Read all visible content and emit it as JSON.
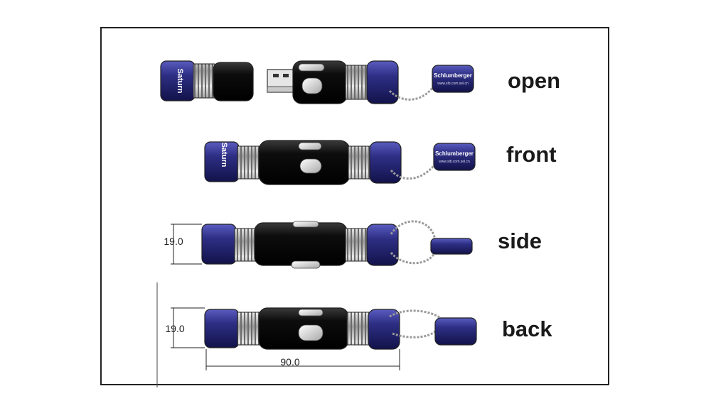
{
  "views": [
    {
      "id": "open",
      "label": "open"
    },
    {
      "id": "front",
      "label": "front"
    },
    {
      "id": "side",
      "label": "side"
    },
    {
      "id": "back",
      "label": "back"
    }
  ],
  "branding": {
    "cap_text": "Saturn",
    "tag_text": "Schlumberger",
    "tag_subtext": "www.slb.com.sel.cn"
  },
  "dimensions": {
    "height_side": "19.0",
    "height_back": "19.0",
    "length_back": "90.0"
  },
  "colors": {
    "cap_blue": "#2e2f85",
    "body_black": "#111111",
    "ring_silver": "#b8b8b8",
    "outline": "#222222"
  }
}
